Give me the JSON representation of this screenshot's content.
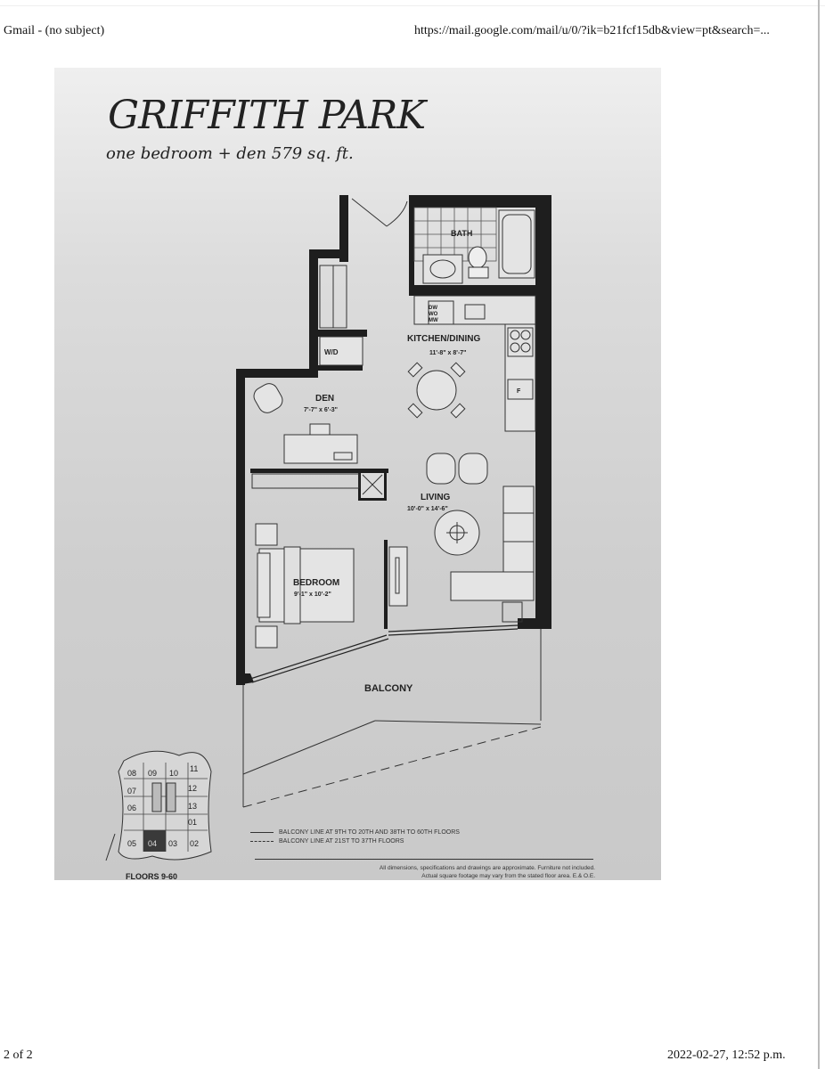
{
  "print_header": {
    "title": "Gmail - (no subject)",
    "url": "https://mail.google.com/mail/u/0/?ik=b21fcf15db&view=pt&search=..."
  },
  "print_footer": {
    "page": "2 of 2",
    "datetime": "2022-02-27, 12:52 p.m."
  },
  "floorplan": {
    "name": "GRIFFITH PARK",
    "subtitle": "one bedroom + den 579 sq. ft.",
    "rooms": [
      {
        "label": "BATH",
        "dims": ""
      },
      {
        "label": "KITCHEN/DINING",
        "dims": "11'-8\" x 8'-7\""
      },
      {
        "label": "DEN",
        "dims": "7'-7\" x 6'-3\""
      },
      {
        "label": "LIVING",
        "dims": "10'-0\" x 14'-6\""
      },
      {
        "label": "BEDROOM",
        "dims": "9'-1\" x 10'-2\""
      },
      {
        "label": "BALCONY",
        "dims": ""
      }
    ],
    "fixtures": {
      "washer_dryer": "W/D",
      "appliances": [
        "DW",
        "WO",
        "MW"
      ],
      "fridge": "F"
    },
    "legend": [
      "BALCONY LINE AT 9TH TO 20TH AND 38TH TO 60TH FLOORS",
      "BALCONY LINE AT 21ST TO 37TH FLOORS"
    ],
    "disclaimer": [
      "All dimensions, specifications and drawings are approximate. Furniture not included.",
      "Actual square footage may vary from the stated floor area. E.& O.E."
    ],
    "keyplan": {
      "units": [
        "08",
        "09",
        "10",
        "11",
        "12",
        "07",
        "13",
        "06",
        "01",
        "05",
        "04",
        "03",
        "02"
      ],
      "highlighted": "04",
      "floors_label": "FLOORS 9-60"
    }
  }
}
